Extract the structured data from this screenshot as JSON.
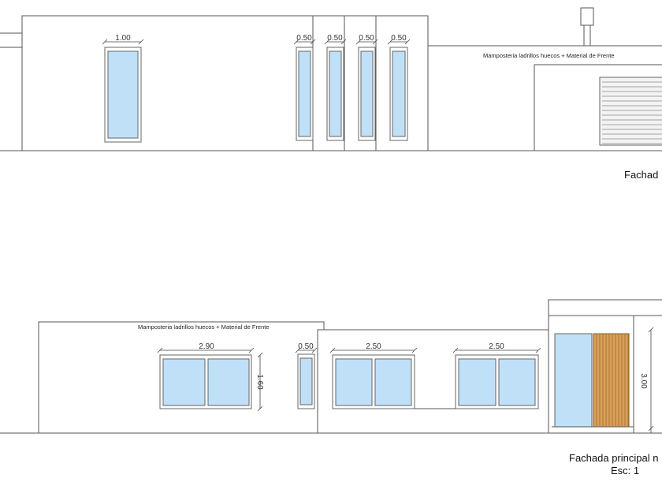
{
  "top_elevation": {
    "dims": [
      "1.00",
      "0.50",
      "0.50",
      "0.50",
      "0.50"
    ],
    "note": "Mamposteria ladrillos huecos + Material de Frente",
    "title": "Fachad"
  },
  "bottom_elevation": {
    "note": "Mamposteria ladrillos huecos + Material de Frente",
    "dims": [
      "2.90",
      "0.50",
      "2.50",
      "2.50"
    ],
    "height_dims": [
      "1.60",
      "3.00"
    ],
    "title_line1": "Fachada principal n",
    "title_line2": "Esc: 1"
  },
  "colors": {
    "glass": "#bfe0f7",
    "wood": "#d9a05b",
    "lines": "#555555"
  }
}
